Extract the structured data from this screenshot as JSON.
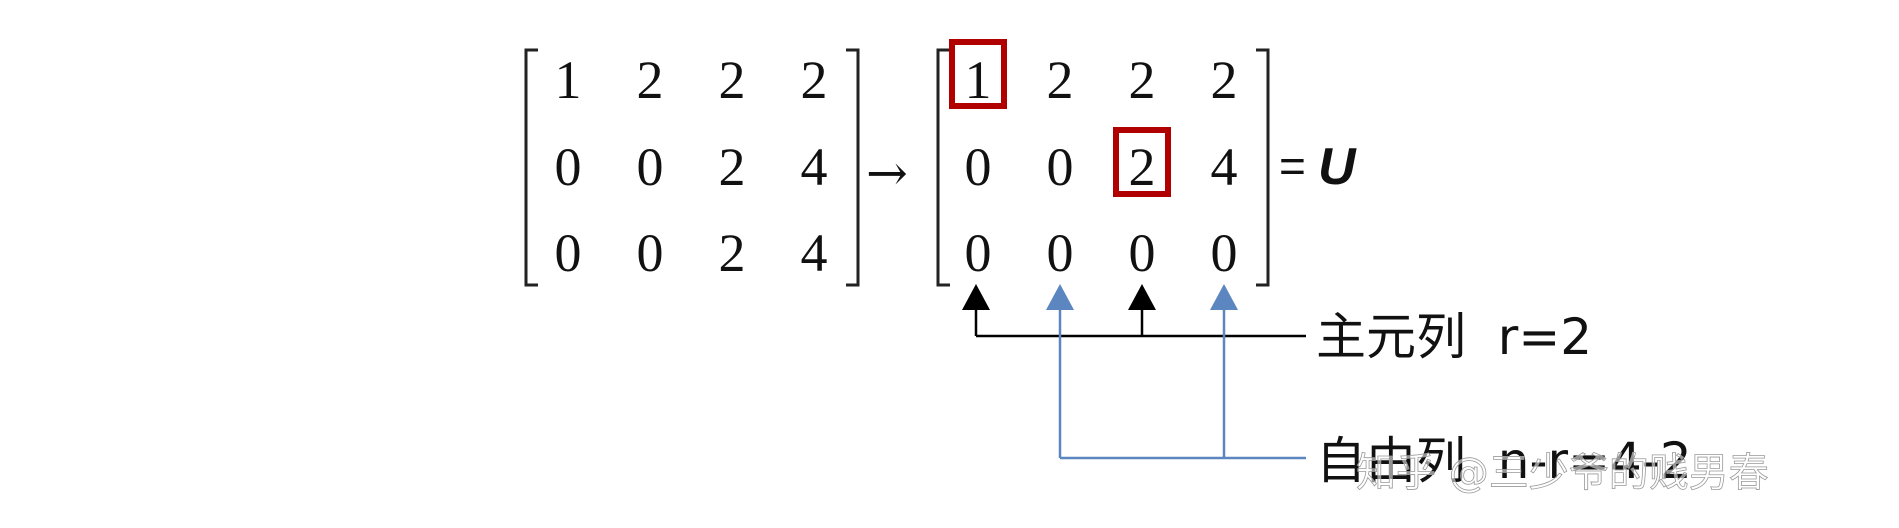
{
  "matrix_a": [
    [
      "1",
      "2",
      "2",
      "2"
    ],
    [
      "0",
      "0",
      "2",
      "4"
    ],
    [
      "0",
      "0",
      "2",
      "4"
    ]
  ],
  "matrix_b": [
    [
      "1",
      "2",
      "2",
      "2"
    ],
    [
      "0",
      "0",
      "2",
      "4"
    ],
    [
      "0",
      "0",
      "0",
      "0"
    ]
  ],
  "arrow_symbol": "→",
  "equals": "=",
  "result_var": "U",
  "pivot_label": "主元列  r=2",
  "free_label": "自由列  n-r=4-2",
  "watermark": "知乎 @三少爷的贱男春",
  "colors": {
    "pivot_box": "#b00000",
    "pivot_arrow": "#000000",
    "free_arrow": "#5b86c0"
  }
}
